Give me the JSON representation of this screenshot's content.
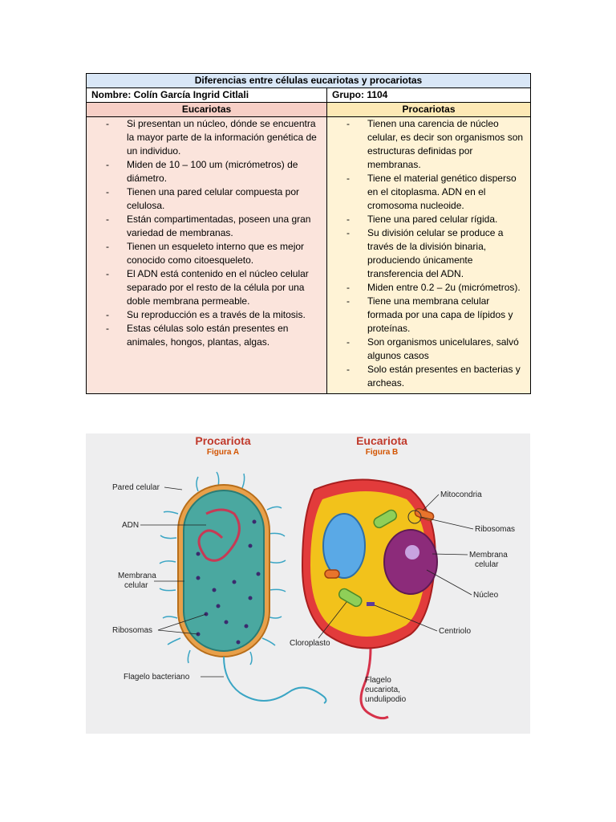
{
  "table": {
    "title": "Diferencias entre células eucariotas y procariotas",
    "name": "Nombre: Colín García Ingrid Citlali",
    "group": "Grupo: 1104",
    "col_euk": "Eucariotas",
    "col_pro": "Procariotas",
    "euk_items": [
      "Si presentan un núcleo, dónde se encuentra la mayor parte de la información genética de un individuo.",
      "Miden de 10 – 100 um (micrómetros) de diámetro.",
      "Tienen una pared celular compuesta por celulosa.",
      "Están compartimentadas, poseen una gran variedad de membranas.",
      "Tienen un esqueleto interno que es mejor conocido como citoesqueleto.",
      "El ADN está contenido en el núcleo celular separado por el resto de la célula por una doble membrana permeable.",
      "Su reproducción es a través de la mitosis.",
      "Estas células solo están presentes en animales, hongos, plantas, algas."
    ],
    "pro_items": [
      "Tienen una carencia de núcleo celular, es decir son organismos son estructuras definidas por membranas.",
      "Tiene el material genético disperso en el citoplasma. ADN en el cromosoma nucleoide.",
      "Tiene una pared celular rígida.",
      "Su división celular se produce a través de la división binaria, produciendo únicamente transferencia del ADN.",
      "Miden entre 0.2 – 2u (micrómetros).",
      "Tiene una membrana celular formada por una capa de lípidos y proteínas.",
      "Son organismos unicelulares, salvó algunos casos",
      "Solo están presentes en bacterias y archeas."
    ]
  },
  "figure": {
    "pro_title": "Procariota",
    "pro_sub": "Figura A",
    "euk_title": "Eucariota",
    "euk_sub": "Figura B",
    "labels_pro": {
      "wall": "Pared celular",
      "dna": "ADN",
      "membrane_1": "Membrana",
      "membrane_2": "celular",
      "ribosomes": "Ribosomas",
      "flagellum": "Flagelo bacteriano"
    },
    "labels_euk": {
      "mito": "Mitocondria",
      "ribosomes": "Ribosomas",
      "membrane_1": "Membrana",
      "membrane_2": "celular",
      "nucleus": "Núcleo",
      "centriole": "Centriolo",
      "chloroplast": "Cloroplasto",
      "flagellum_1": "Flagelo",
      "flagellum_2": "eucariota,",
      "flagellum_3": "undulipodio"
    },
    "colors": {
      "background": "#eeeeef",
      "title": "#c0392b",
      "subtitle": "#d35400",
      "pro_body": "#4aa8a0",
      "pro_wall": "#e8a04a",
      "euk_wall": "#e23b3b",
      "euk_cytoplasm": "#f2c21b",
      "nucleus": "#5aa9e6",
      "flagellum_pro": "#3aa5c4",
      "flagellum_euk": "#d6324a"
    }
  }
}
